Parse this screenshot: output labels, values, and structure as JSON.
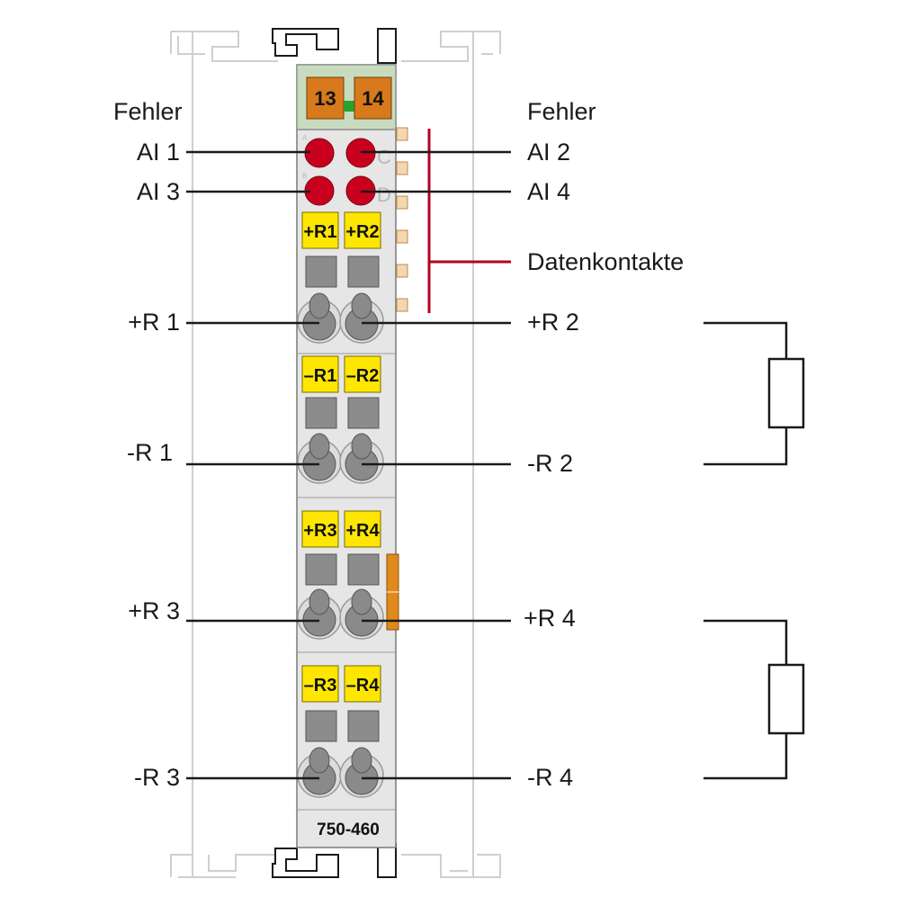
{
  "module": {
    "model_number": "750-460",
    "power_contacts": [
      "13",
      "14"
    ],
    "led_letters": [
      "A",
      "C",
      "B",
      "D"
    ]
  },
  "labels": {
    "fehler_left": "Fehler",
    "fehler_right": "Fehler",
    "ai1": "AI 1",
    "ai2": "AI 2",
    "ai3": "AI 3",
    "ai4": "AI 4",
    "datenkontakte": "Datenkontakte",
    "pr1": "+R 1",
    "pr2": "+R 2",
    "mr1": "-R 1",
    "mr2": "-R 2",
    "pr3": "+R 3",
    "pr4": "+R 4",
    "mr3": "-R 3",
    "mr4": "-R 4"
  },
  "terminal_tags": {
    "pr1": "+R1",
    "pr2": "+R2",
    "mr1": "–R1",
    "mr2": "–R2",
    "pr3": "+R3",
    "pr4": "+R4",
    "mr3": "–R3",
    "mr4": "–R4"
  },
  "colors": {
    "housing": "#e8e8e8",
    "housing_outline": "#7a7a7a",
    "rail_outline": "#c8c8c8",
    "led_red": "#c8001e",
    "terminal_tag_yellow": "#ffe600",
    "power_contact_orange": "#d87a1c",
    "power_contact_green": "#2ca02c",
    "header_green": "#c6d8bc",
    "data_contact_line": "#b50020",
    "wire": "#1a1a1a"
  }
}
